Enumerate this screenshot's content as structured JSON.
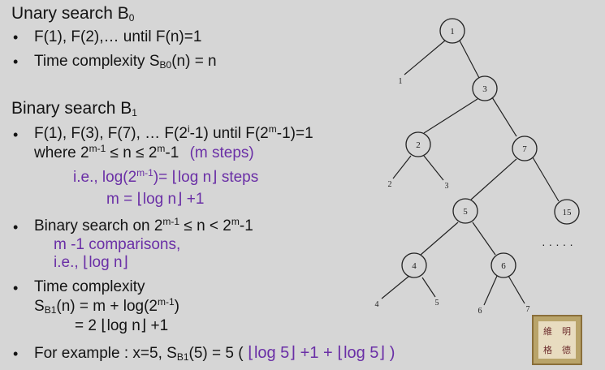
{
  "unary": {
    "title_main": "Unary search B",
    "title_sub": "0",
    "bullet1": "F(1), F(2),… until F(n)=1",
    "bullet2_a": "Time complexity S",
    "bullet2_sub": "B0",
    "bullet2_b": "(n) = n"
  },
  "binary": {
    "title_main": "Binary search B",
    "title_sub": "1",
    "l1_a": "F(1), F(3), F(7), … F(2",
    "l1_sup1": "i",
    "l1_b": "-1) until F(2",
    "l1_sup2": "m",
    "l1_c": "-1)=1",
    "l2_a": "where 2",
    "l2_sup1": "m-1",
    "l2_b": " ≤ n ≤ 2",
    "l2_sup2": "m",
    "l2_c": "-1",
    "l2_d": "(m steps)",
    "l3_a": "i.e., log(2",
    "l3_sup": "m-1",
    "l3_b": ")= ⌊log n⌋ steps",
    "l4": "m = ⌊log n⌋ +1",
    "l5_a": "Binary search on 2",
    "l5_sup1": "m-1",
    "l5_b": " ≤ n < 2",
    "l5_sup2": "m",
    "l5_c": "-1",
    "l6": "m -1 comparisons,",
    "l7": "i.e., ⌊log n⌋",
    "l8": "Time complexity",
    "l9_a": "S",
    "l9_sub": "B1",
    "l9_b": "(n) = m + log(2",
    "l9_sup": "m-1",
    "l9_c": ")",
    "l10": "= 2 ⌊log n⌋ +1",
    "l11_a": "For example : x=5, S",
    "l11_sub": "B1",
    "l11_b": "(5) = 5 (",
    "l11_c": " ⌊log 5⌋ +1 +  ⌊log 5⌋ )"
  },
  "tree": {
    "nodes": [
      "1",
      "3",
      "2",
      "7",
      "5",
      "15",
      "4",
      "6"
    ],
    "leaves": [
      "1",
      "2",
      "3",
      "4",
      "5",
      "6",
      "7"
    ],
    "ellipsis": "· · · · ·"
  },
  "logo": {
    "chars": [
      "維",
      "明",
      "格",
      "德"
    ]
  },
  "colors": {
    "accent": "#6a2fa6",
    "text": "#141414",
    "background": "#d6d6d6"
  }
}
